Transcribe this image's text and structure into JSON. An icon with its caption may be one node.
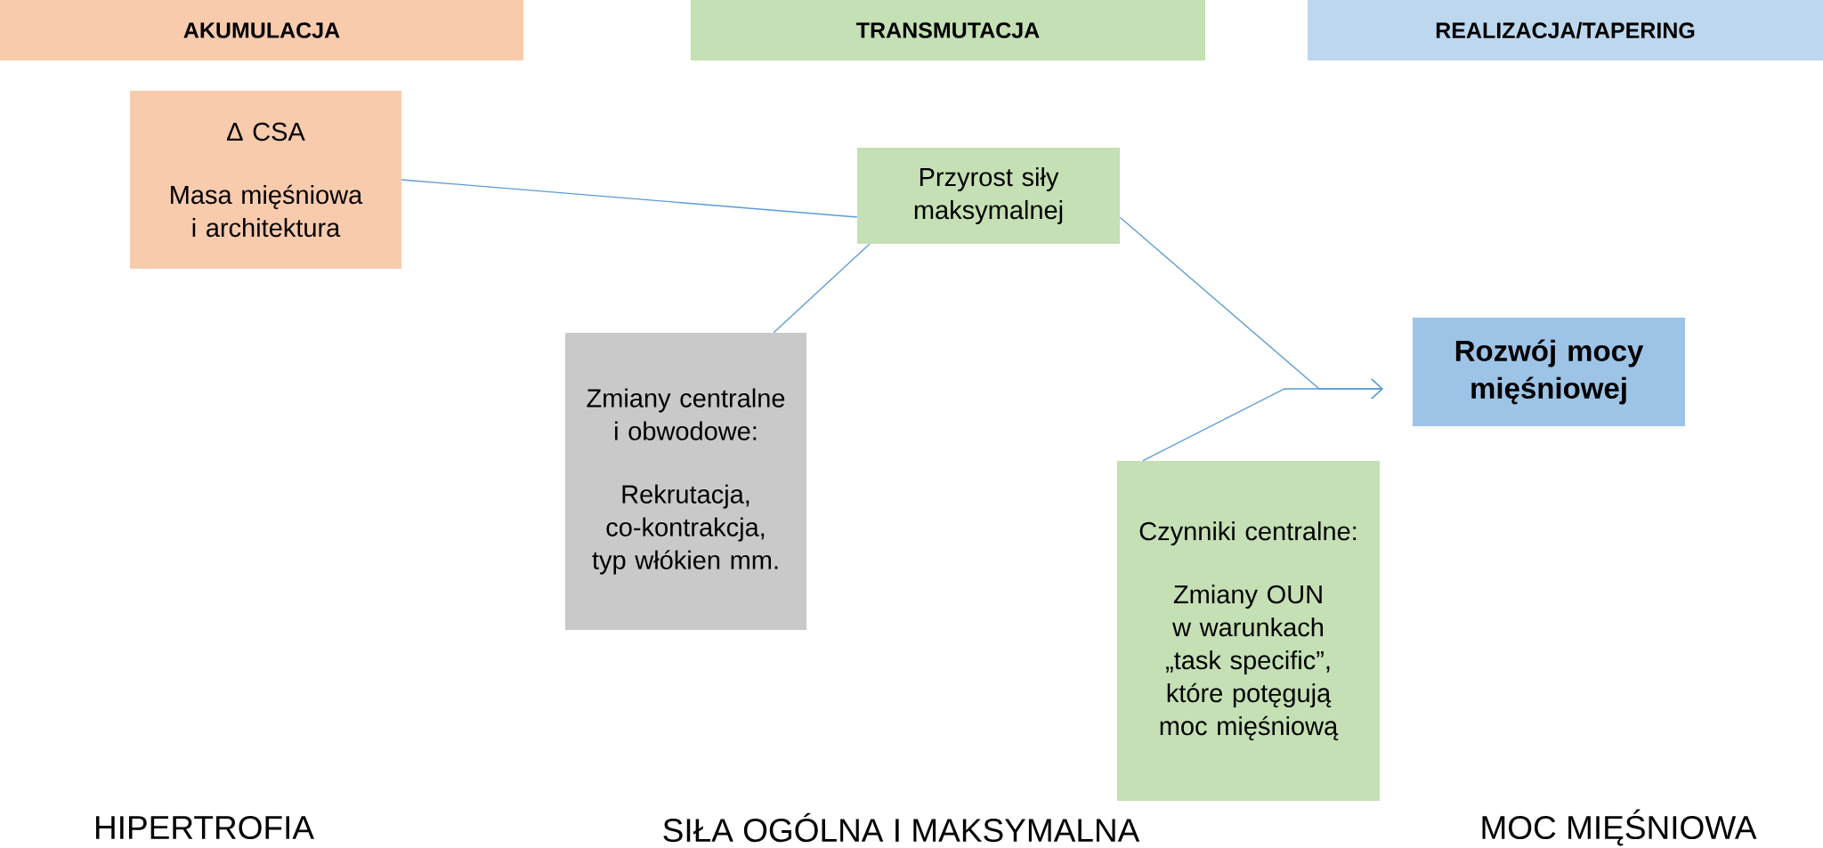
{
  "diagram": {
    "nodes": [
      {
        "text": [
          "AKUMULACJA"
        ]
      },
      {
        "text": [
          "TRANSMUTACJA"
        ]
      },
      {
        "text": [
          "REALIZACJA/TAPERING"
        ]
      },
      {
        "text": [
          "Δ CSA",
          "Masa mięśniowa i architektura"
        ]
      },
      {
        "text": [
          "Przyrost siły maksymalnej"
        ]
      },
      {
        "text": [
          "Zmiany centralne i obwodowe:",
          "Rekrutacja, co-kontrakcja, typ włókien mm."
        ]
      },
      {
        "text": [
          "Rozwój mocy mięśniowej"
        ]
      },
      {
        "text": [
          "Czynniki centralne:",
          "Zmiany OUN w warunkach „task specific”, które potęgują moc mięśniową"
        ]
      }
    ],
    "edges": [
      {
        "from": 3,
        "to": 4,
        "arrow": "none"
      },
      {
        "from": 5,
        "to": 4,
        "arrow": "none"
      },
      {
        "from": 4,
        "to": 6,
        "arrow": "to"
      },
      {
        "from": 7,
        "to": 6,
        "arrow": "to"
      }
    ],
    "labels": [
      "HIPERTROFIA",
      "SIŁA OGÓLNA I MAKSYMALNA",
      "MOC MIĘŚNIOWA"
    ]
  }
}
